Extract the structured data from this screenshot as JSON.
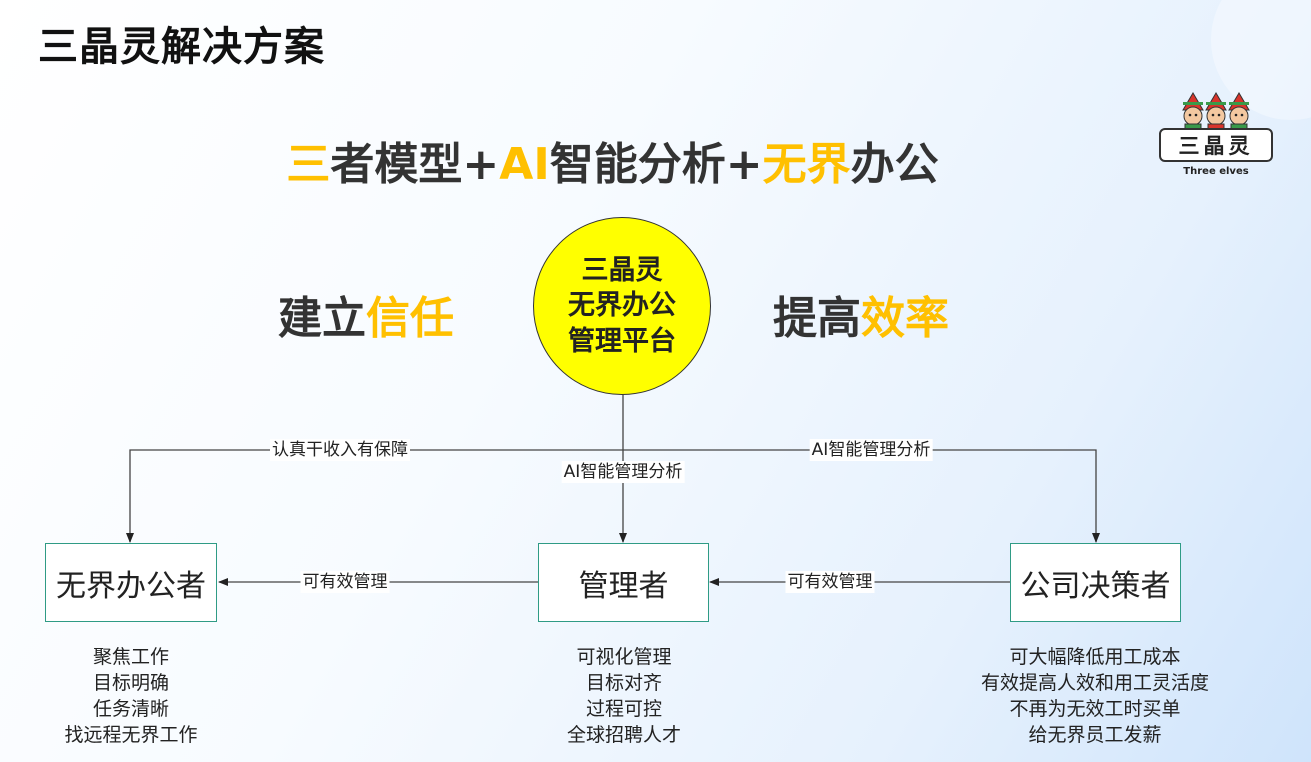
{
  "title": "三晶灵解决方案",
  "headline": {
    "parts": [
      {
        "text": "三",
        "highlight": true
      },
      {
        "text": "者模型+",
        "highlight": false
      },
      {
        "text": "AI",
        "highlight": true
      },
      {
        "text": "智能分析+",
        "highlight": false
      },
      {
        "text": "无界",
        "highlight": true
      },
      {
        "text": "办公",
        "highlight": false
      }
    ]
  },
  "slogans": {
    "left": {
      "plain": "建立",
      "highlight": "信任"
    },
    "right": {
      "plain": "提高",
      "highlight": "效率"
    }
  },
  "center": {
    "lines": [
      "三晶灵",
      "无界办公",
      "管理平台"
    ]
  },
  "roles": {
    "left": "无界办公者",
    "middle": "管理者",
    "right": "公司决策者"
  },
  "edges": {
    "top_left": "认真干收入有保障",
    "top_middle": "AI智能管理分析",
    "top_right": "AI智能管理分析",
    "middle_to_left": "可有效管理",
    "right_to_middle": "可有效管理"
  },
  "benefits": {
    "left": [
      "聚焦工作",
      "目标明确",
      "任务清晰",
      "找远程无界工作"
    ],
    "middle": [
      "可视化管理",
      "目标对齐",
      "过程可控",
      "全球招聘人才"
    ],
    "right": [
      "可大幅降低用工成本",
      "有效提高人效和用工灵活度",
      "不再为无效工时买单",
      "给无界员工发薪"
    ]
  },
  "logo": {
    "name": "三晶灵",
    "subtitle": "Three elves"
  },
  "colors": {
    "highlight": "#ffc000",
    "circle_fill": "#ffff00",
    "box_border": "#2f9b85",
    "text": "#333333"
  }
}
